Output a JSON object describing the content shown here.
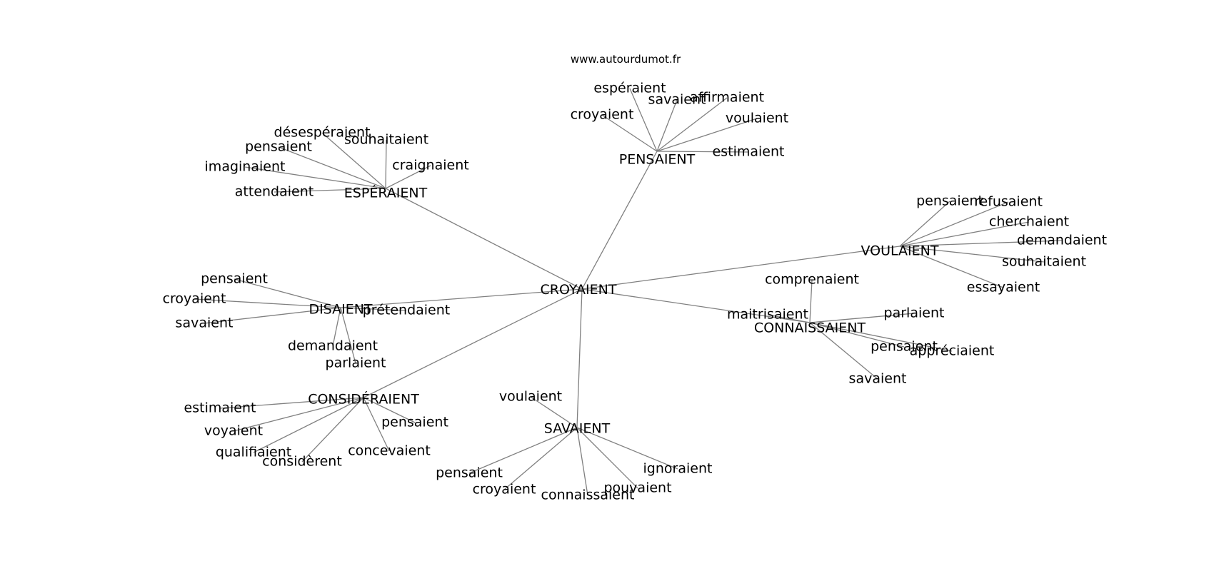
{
  "watermark": "www.autourdumot.fr",
  "center": "CROYAIENT",
  "clusters": [
    {
      "hub": "PENSAIENT",
      "words": [
        "espéraient",
        "savaient",
        "affirmaient",
        "croyaient",
        "voulaient",
        "estimaient"
      ]
    },
    {
      "hub": "ESPÉRAIENT",
      "words": [
        "désespéraient",
        "souhaitaient",
        "pensaient",
        "imaginaient",
        "craignaient",
        "attendaient"
      ]
    },
    {
      "hub": "VOULAIENT",
      "words": [
        "pensaient",
        "refusaient",
        "cherchaient",
        "demandaient",
        "souhaitaient",
        "essayaient"
      ]
    },
    {
      "hub": "DISAIENT",
      "words": [
        "pensaient",
        "croyaient",
        "savaient",
        "prétendaient",
        "demandaient",
        "parlaient"
      ]
    },
    {
      "hub": "CONNAISSAIENT",
      "words": [
        "comprenaient",
        "maitrisaient",
        "parlaient",
        "pensaient",
        "appréciaient",
        "savaient"
      ]
    },
    {
      "hub": "CONSIDÉRAIENT",
      "words": [
        "estimaient",
        "voyaient",
        "qualifiaient",
        "considèrent",
        "pensaient",
        "concevaient"
      ]
    },
    {
      "hub": "SAVAIENT",
      "words": [
        "voulaient",
        "pensaient",
        "croyaient",
        "connaissaient",
        "pouvaient",
        "ignoraient"
      ]
    }
  ],
  "colors": {
    "edge": "#808080",
    "text": "#000000",
    "background": "#ffffff"
  }
}
